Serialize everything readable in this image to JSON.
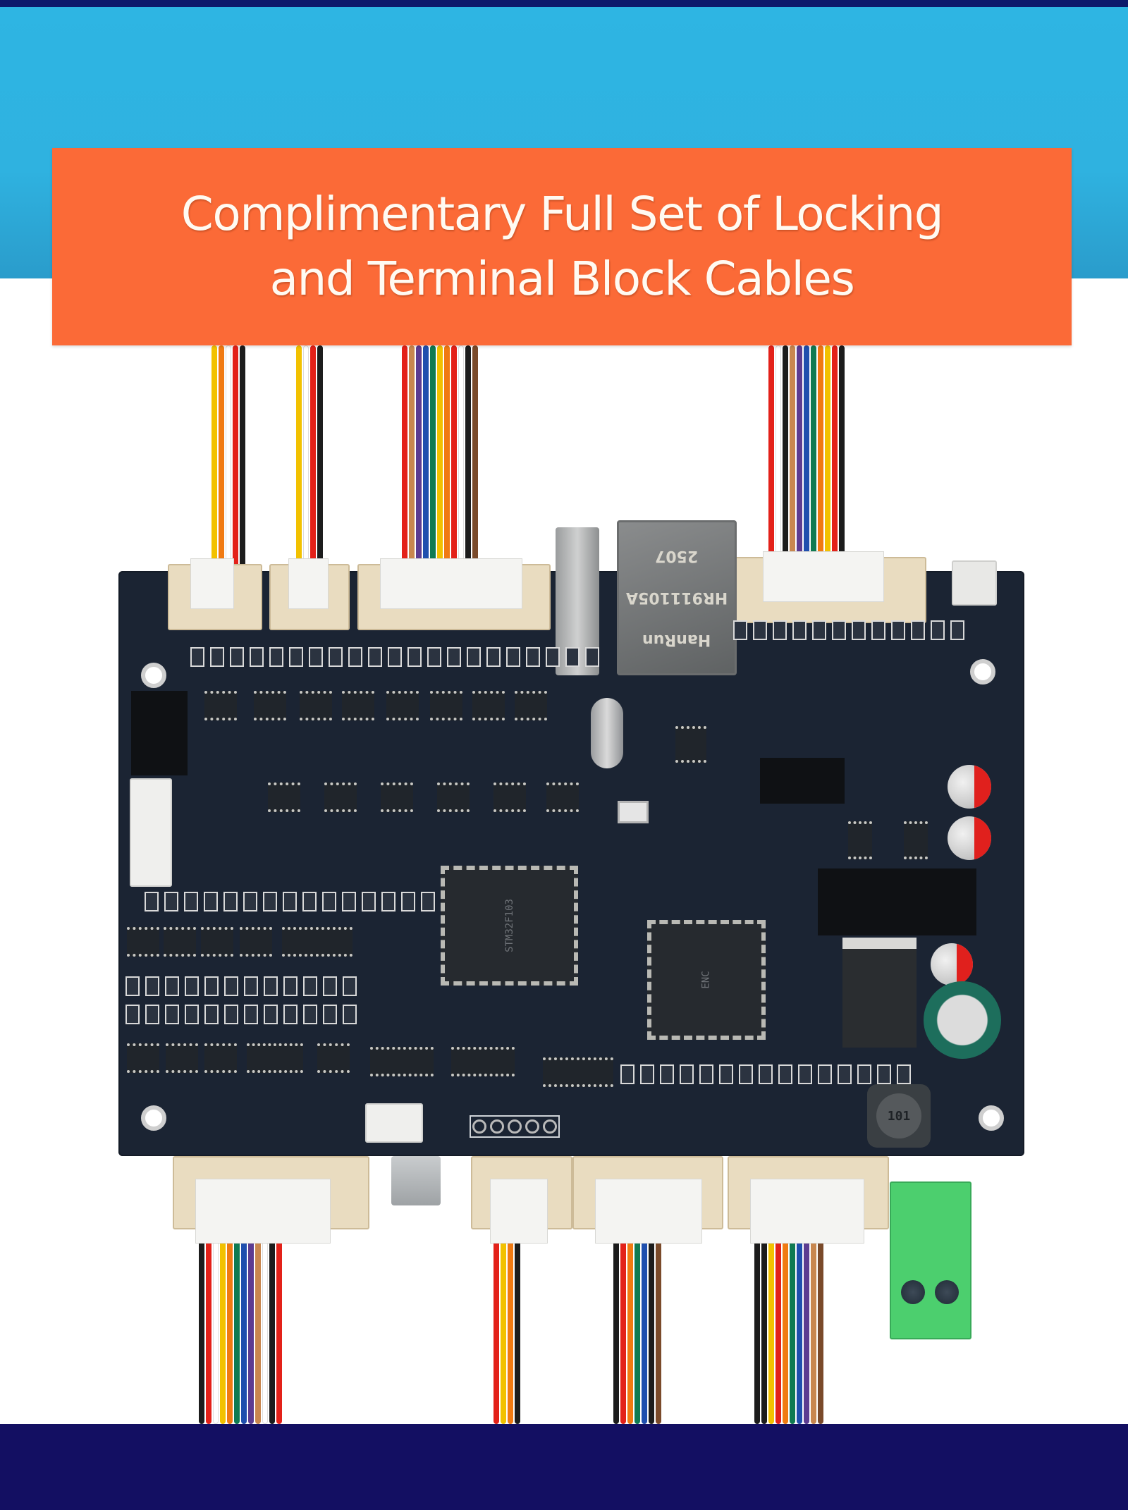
{
  "banner": {
    "line1": "Complimentary Full Set of Locking",
    "line2": "and Terminal Block Cables",
    "background_color": "#fb6a37",
    "text_color": "#fffaf2"
  },
  "colors": {
    "top_stripe": "#0d1a6b",
    "sky_band": "#2eb5e3",
    "footer": "#130f62",
    "pcb": "#1b2433",
    "terminal_block": "#4ccf6e"
  },
  "board": {
    "ethernet_jack": {
      "brand": "HanRun",
      "model": "HR911105A",
      "date_code": "2507"
    },
    "mcu_chip": {
      "label": "STM32F103"
    },
    "ethernet_controller": {
      "label": "ENC"
    },
    "inductor_marking": "101",
    "wire_colors": [
      "#e32119",
      "#ffffff",
      "#1c1c1c",
      "#f2c100",
      "#f07a12",
      "#0f7a52",
      "#1f4fae",
      "#7a4a2a",
      "#c8874f",
      "#5c3c91"
    ]
  }
}
